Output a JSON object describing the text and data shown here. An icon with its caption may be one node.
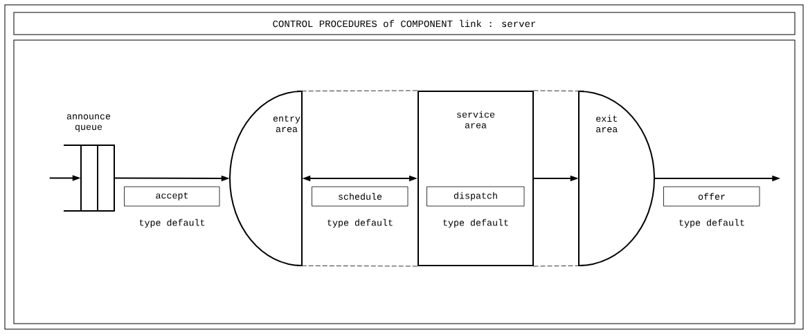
{
  "diagram": {
    "title": "CONTROL PROCEDURES of COMPONENT link : server",
    "nodes": [
      {
        "text": [
          "announce queue"
        ]
      },
      {
        "text": [
          "accept"
        ],
        "beside": [
          "type default"
        ]
      },
      {
        "text": [
          "entry area"
        ]
      },
      {
        "text": [
          "schedule"
        ],
        "beside": [
          "type default"
        ]
      },
      {
        "text": [
          "service area"
        ]
      },
      {
        "text": [
          "dispatch"
        ],
        "beside": [
          "type default"
        ],
        "in": 4
      },
      {
        "text": [
          "exit area"
        ]
      },
      {
        "text": [
          "offer"
        ],
        "beside": [
          "type default"
        ]
      }
    ],
    "edges": [
      {
        "from": null,
        "to": 0,
        "arrow": "to"
      },
      {
        "from": 0,
        "to": 2,
        "arrow": "to"
      },
      {
        "from": 2,
        "to": 4,
        "arrow": "both"
      },
      {
        "from": 4,
        "to": 6,
        "arrow": "to"
      },
      {
        "from": 6,
        "to": null,
        "arrow": "to"
      },
      {
        "from": 2,
        "to": 4,
        "arrow": "none",
        "style": "dashed"
      },
      {
        "from": 2,
        "to": 4,
        "arrow": "none",
        "style": "dashed"
      },
      {
        "from": 4,
        "to": 6,
        "arrow": "none",
        "style": "dashed"
      },
      {
        "from": 4,
        "to": 6,
        "arrow": "none",
        "style": "dashed"
      }
    ]
  }
}
